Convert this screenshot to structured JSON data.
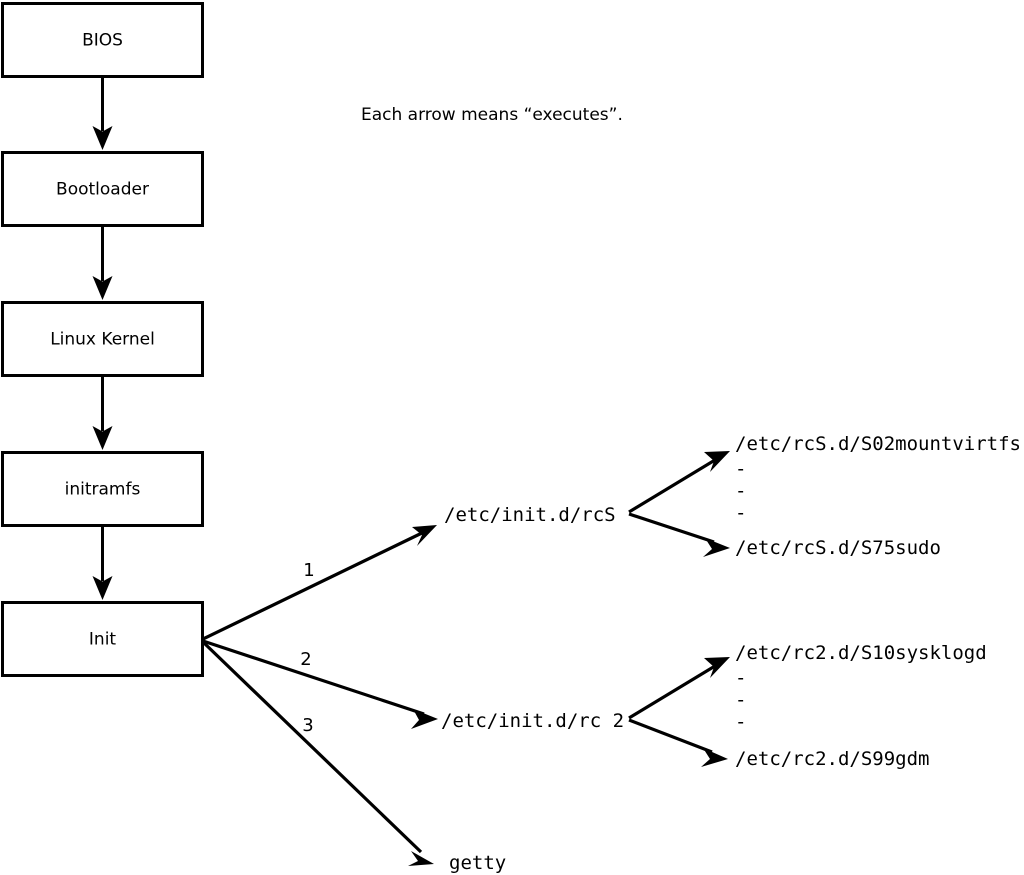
{
  "diagram": {
    "title_note": "Each arrow means “executes”.",
    "boot_chain": [
      {
        "label": "BIOS"
      },
      {
        "label": "Bootloader"
      },
      {
        "label": "Linux Kernel"
      },
      {
        "label": "initramfs"
      },
      {
        "label": "Init"
      }
    ],
    "init_branches": [
      {
        "number": "1",
        "label": "/etc/init.d/rcS"
      },
      {
        "number": "2",
        "label": "/etc/init.d/rc 2"
      },
      {
        "number": "3",
        "label": "getty"
      }
    ],
    "rcs_scripts": {
      "first": "/etc/rcS.d/S02mountvirtfs",
      "ellipsis": [
        "-",
        "-",
        "-"
      ],
      "last": "/etc/rcS.d/S75sudo"
    },
    "rc2_scripts": {
      "first": "/etc/rc2.d/S10sysklogd",
      "ellipsis": [
        "-",
        "-",
        "-"
      ],
      "last": "/etc/rc2.d/S99gdm"
    },
    "colors": {
      "stroke": "#000000",
      "background": "#ffffff",
      "box_fill": "#ffffff"
    }
  }
}
